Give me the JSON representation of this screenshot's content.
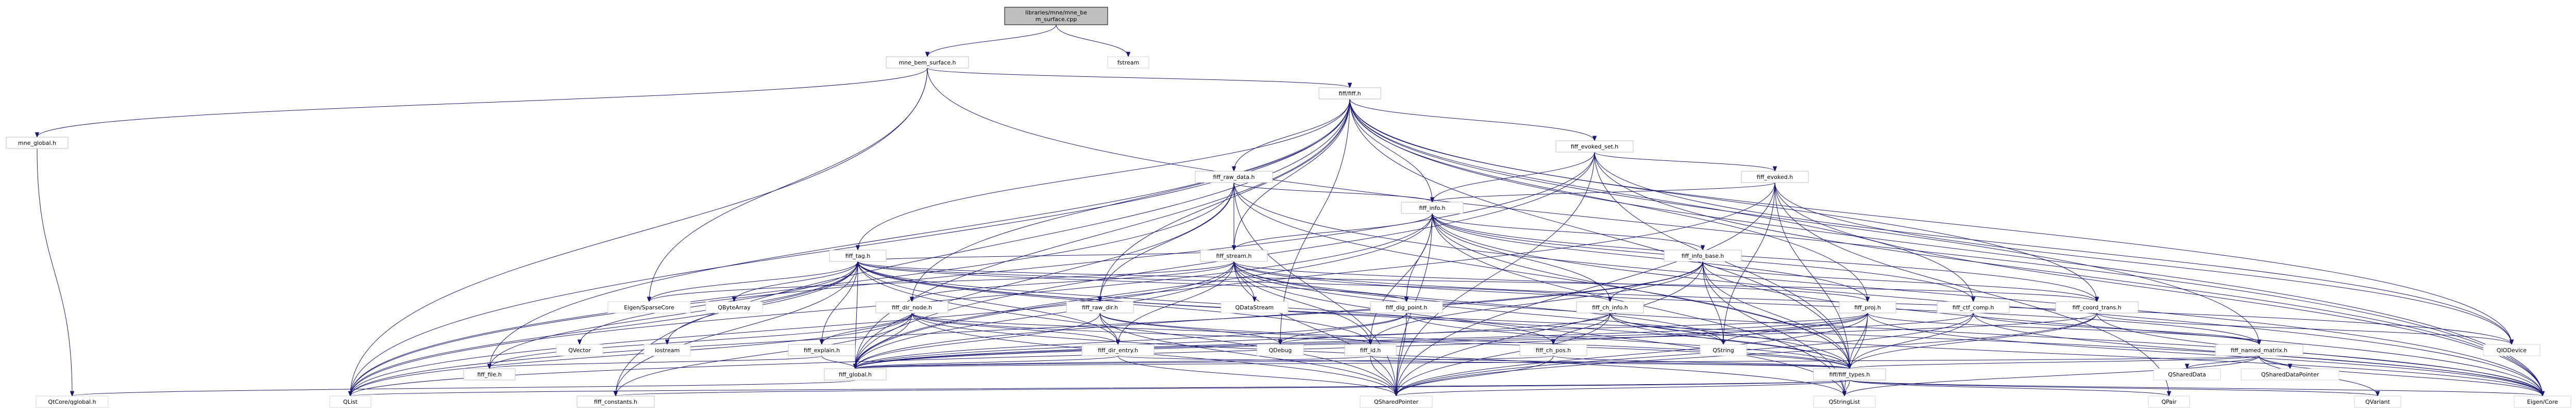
{
  "nodes": {
    "root": "libraries/mne/mne_bem_surface.cpp",
    "mne_bem_surface_h": "mne_bem_surface.h",
    "fstream": "fstream",
    "mne_global_h": "mne_global.h",
    "fiff_h": "fiff/fiff.h",
    "qtcoreglobal": "QtCore/qglobal.h",
    "fiff_evoked_set_h": "fiff_evoked_set.h",
    "fiff_raw_data_h": "fiff_raw_data.h",
    "fiff_evoked_h": "fiff_evoked.h",
    "fiff_info_h": "fiff_info.h",
    "fiff_tag_h": "fiff_tag.h",
    "fiff_stream_h": "fiff_stream.h",
    "fiff_info_base_h": "fiff_info_base.h",
    "fiff_dir_node_h": "fiff_dir_node.h",
    "fiff_raw_dir_h": "fiff_raw_dir.h",
    "fiff_dig_point_h": "fiff_dig_point.h",
    "fiff_ch_info_h": "fiff_ch_info.h",
    "fiff_proj_h": "fiff_proj.h",
    "fiff_ctf_comp_h": "fiff_ctf_comp.h",
    "fiff_coord_trans_h": "fiff_coord_trans.h",
    "fiff_explain_h": "fiff_explain.h",
    "fiff_dir_entry_h": "fiff_dir_entry.h",
    "fiff_id_h": "fiff_id.h",
    "fiff_ch_pos_h": "fiff_ch_pos.h",
    "fiff_named_matrix_h": "fiff_named_matrix.h",
    "fiff_file_h": "fiff_file.h",
    "fiff_global_h": "fiff_global.h",
    "fiff_types_h": "fiff/fiff_types.h",
    "fiff_constants_h": "fiff_constants.h",
    "qlist": "QList",
    "qsharedpointer": "QSharedPointer",
    "qstringlist": "QStringList",
    "qpair": "QPair",
    "qvariant": "QVariant",
    "eigen_core": "Eigen/Core",
    "eigen_sparsecore": "Eigen/SparseCore",
    "qvector": "QVector",
    "iostream": "iostream",
    "qbytearray": "QByteArray",
    "qdatastream": "QDataStream",
    "qdebug": "QDebug",
    "qstring": "QString",
    "qiodevice": "QIODevice",
    "qshareddata": "QSharedData",
    "qshareddatapointer": "QSharedDataPointer"
  },
  "legend_colors": {
    "root_fill": "#bfbfbf",
    "node_border": "#bfbfbf",
    "system_border": "#d3d3d3",
    "edge": "#191970"
  },
  "edges": [
    [
      "root",
      "mne_bem_surface_h"
    ],
    [
      "root",
      "fstream"
    ],
    [
      "mne_bem_surface_h",
      "mne_global_h"
    ],
    [
      "mne_bem_surface_h",
      "fiff_h"
    ],
    [
      "mne_bem_surface_h",
      "eigen_sparsecore"
    ],
    [
      "mne_bem_surface_h",
      "qlist"
    ],
    [
      "mne_bem_surface_h",
      "eigen_core"
    ],
    [
      "mne_global_h",
      "qtcoreglobal"
    ],
    [
      "fiff_h",
      "fiff_evoked_set_h"
    ],
    [
      "fiff_h",
      "fiff_raw_data_h"
    ],
    [
      "fiff_h",
      "fiff_info_h"
    ],
    [
      "fiff_h",
      "fiff_tag_h"
    ],
    [
      "fiff_h",
      "fiff_stream_h"
    ],
    [
      "fiff_h",
      "fiff_dir_node_h"
    ],
    [
      "fiff_h",
      "fiff_raw_dir_h"
    ],
    [
      "fiff_h",
      "fiff_proj_h"
    ],
    [
      "fiff_h",
      "fiff_ctf_comp_h"
    ],
    [
      "fiff_h",
      "fiff_coord_trans_h"
    ],
    [
      "fiff_h",
      "fiff_named_matrix_h"
    ],
    [
      "fiff_h",
      "fiff_types_h"
    ],
    [
      "fiff_h",
      "fiff_global_h"
    ],
    [
      "fiff_h",
      "fiff_file_h"
    ],
    [
      "fiff_h",
      "fiff_constants_h"
    ],
    [
      "fiff_h",
      "qlist"
    ],
    [
      "fiff_h",
      "qiodevice"
    ],
    [
      "fiff_h",
      "eigen_core"
    ],
    [
      "fiff_h",
      "qdebug"
    ],
    [
      "fiff_evoked_set_h",
      "fiff_evoked_h"
    ],
    [
      "fiff_evoked_set_h",
      "fiff_info_h"
    ],
    [
      "fiff_evoked_set_h",
      "fiff_types_h"
    ],
    [
      "fiff_evoked_set_h",
      "fiff_global_h"
    ],
    [
      "fiff_evoked_set_h",
      "qsharedpointer"
    ],
    [
      "fiff_evoked_set_h",
      "eigen_core"
    ],
    [
      "fiff_evoked_set_h",
      "qiodevice"
    ],
    [
      "fiff_evoked_set_h",
      "qlist"
    ],
    [
      "fiff_raw_data_h",
      "fiff_info_h"
    ],
    [
      "fiff_raw_data_h",
      "fiff_stream_h"
    ],
    [
      "fiff_raw_data_h",
      "fiff_raw_dir_h"
    ],
    [
      "fiff_raw_data_h",
      "fiff_types_h"
    ],
    [
      "fiff_raw_data_h",
      "fiff_global_h"
    ],
    [
      "fiff_raw_data_h",
      "qlist"
    ],
    [
      "fiff_raw_data_h",
      "qsharedpointer"
    ],
    [
      "fiff_raw_data_h",
      "eigen_core"
    ],
    [
      "fiff_evoked_h",
      "fiff_info_h"
    ],
    [
      "fiff_evoked_h",
      "fiff_types_h"
    ],
    [
      "fiff_evoked_h",
      "fiff_global_h"
    ],
    [
      "fiff_evoked_h",
      "qstring"
    ],
    [
      "fiff_evoked_h",
      "qsharedpointer"
    ],
    [
      "fiff_evoked_h",
      "eigen_core"
    ],
    [
      "fiff_evoked_h",
      "qiodevice"
    ],
    [
      "fiff_evoked_h",
      "qpair"
    ],
    [
      "fiff_info_h",
      "fiff_info_base_h"
    ],
    [
      "fiff_info_h",
      "fiff_types_h"
    ],
    [
      "fiff_info_h",
      "fiff_global_h"
    ],
    [
      "fiff_info_h",
      "fiff_id_h"
    ],
    [
      "fiff_info_h",
      "fiff_ch_info_h"
    ],
    [
      "fiff_info_h",
      "fiff_dig_point_h"
    ],
    [
      "fiff_info_h",
      "fiff_ctf_comp_h"
    ],
    [
      "fiff_info_h",
      "fiff_coord_trans_h"
    ],
    [
      "fiff_info_h",
      "fiff_proj_h"
    ],
    [
      "fiff_info_h",
      "qsharedpointer"
    ],
    [
      "fiff_info_h",
      "qlist"
    ],
    [
      "fiff_info_h",
      "qstringlist"
    ],
    [
      "fiff_info_h",
      "eigen_core"
    ],
    [
      "fiff_info_h",
      "fiff_stream_h"
    ],
    [
      "fiff_tag_h",
      "fiff_global_h"
    ],
    [
      "fiff_tag_h",
      "fiff_types_h"
    ],
    [
      "fiff_tag_h",
      "fiff_id_h"
    ],
    [
      "fiff_tag_h",
      "fiff_coord_trans_h"
    ],
    [
      "fiff_tag_h",
      "fiff_ch_info_h"
    ],
    [
      "fiff_tag_h",
      "fiff_ch_pos_h"
    ],
    [
      "fiff_tag_h",
      "fiff_dig_point_h"
    ],
    [
      "fiff_tag_h",
      "fiff_dir_entry_h"
    ],
    [
      "fiff_tag_h",
      "fiff_file_h"
    ],
    [
      "fiff_tag_h",
      "eigen_core"
    ],
    [
      "fiff_tag_h",
      "eigen_sparsecore"
    ],
    [
      "fiff_tag_h",
      "qvector"
    ],
    [
      "fiff_tag_h",
      "iostream"
    ],
    [
      "fiff_tag_h",
      "qbytearray"
    ],
    [
      "fiff_tag_h",
      "qsharedpointer"
    ],
    [
      "fiff_tag_h",
      "qlist"
    ],
    [
      "fiff_tag_h",
      "fiff_constants_h"
    ],
    [
      "fiff_tag_h",
      "fiff_explain_h"
    ],
    [
      "fiff_stream_h",
      "fiff_global_h"
    ],
    [
      "fiff_stream_h",
      "fiff_types_h"
    ],
    [
      "fiff_stream_h",
      "fiff_dir_node_h"
    ],
    [
      "fiff_stream_h",
      "fiff_tag_h"
    ],
    [
      "fiff_stream_h",
      "fiff_dir_entry_h"
    ],
    [
      "fiff_stream_h",
      "fiff_id_h"
    ],
    [
      "fiff_stream_h",
      "fiff_named_matrix_h"
    ],
    [
      "fiff_stream_h",
      "fiff_proj_h"
    ],
    [
      "fiff_stream_h",
      "qdatastream"
    ],
    [
      "fiff_stream_h",
      "qsharedpointer"
    ],
    [
      "fiff_stream_h",
      "qstring"
    ],
    [
      "fiff_stream_h",
      "qstringlist"
    ],
    [
      "fiff_stream_h",
      "qlist"
    ],
    [
      "fiff_stream_h",
      "eigen_core"
    ],
    [
      "fiff_stream_h",
      "eigen_sparsecore"
    ],
    [
      "fiff_stream_h",
      "qiodevice"
    ],
    [
      "fiff_info_base_h",
      "fiff_types_h"
    ],
    [
      "fiff_info_base_h",
      "fiff_global_h"
    ],
    [
      "fiff_info_base_h",
      "fiff_id_h"
    ],
    [
      "fiff_info_base_h",
      "fiff_ch_info_h"
    ],
    [
      "fiff_info_base_h",
      "fiff_coord_trans_h"
    ],
    [
      "fiff_info_base_h",
      "qsharedpointer"
    ],
    [
      "fiff_info_base_h",
      "qstring"
    ],
    [
      "fiff_info_base_h",
      "qstringlist"
    ],
    [
      "fiff_info_base_h",
      "qlist"
    ],
    [
      "fiff_info_base_h",
      "eigen_core"
    ],
    [
      "fiff_dir_node_h",
      "fiff_global_h"
    ],
    [
      "fiff_dir_node_h",
      "fiff_types_h"
    ],
    [
      "fiff_dir_node_h",
      "fiff_id_h"
    ],
    [
      "fiff_dir_node_h",
      "fiff_dir_entry_h"
    ],
    [
      "fiff_dir_node_h",
      "fiff_explain_h"
    ],
    [
      "fiff_dir_node_h",
      "fiff_file_h"
    ],
    [
      "fiff_dir_node_h",
      "qsharedpointer"
    ],
    [
      "fiff_dir_node_h",
      "qlist"
    ],
    [
      "fiff_dir_node_h",
      "fiff_constants_h"
    ],
    [
      "fiff_dir_node_h",
      "qstringlist"
    ],
    [
      "fiff_raw_dir_h",
      "fiff_global_h"
    ],
    [
      "fiff_raw_dir_h",
      "fiff_types_h"
    ],
    [
      "fiff_raw_dir_h",
      "fiff_dir_entry_h"
    ],
    [
      "fiff_raw_dir_h",
      "qsharedpointer"
    ],
    [
      "fiff_raw_dir_h",
      "qdebug"
    ],
    [
      "fiff_dig_point_h",
      "fiff_global_h"
    ],
    [
      "fiff_dig_point_h",
      "fiff_types_h"
    ],
    [
      "fiff_dig_point_h",
      "qsharedpointer"
    ],
    [
      "fiff_dig_point_h",
      "qdebug"
    ],
    [
      "fiff_ch_info_h",
      "fiff_global_h"
    ],
    [
      "fiff_ch_info_h",
      "fiff_types_h"
    ],
    [
      "fiff_ch_info_h",
      "fiff_ch_pos_h"
    ],
    [
      "fiff_ch_info_h",
      "qsharedpointer"
    ],
    [
      "fiff_ch_info_h",
      "qstring"
    ],
    [
      "fiff_ch_info_h",
      "eigen_core"
    ],
    [
      "fiff_proj_h",
      "fiff_global_h"
    ],
    [
      "fiff_proj_h",
      "fiff_types_h"
    ],
    [
      "fiff_proj_h",
      "fiff_named_matrix_h"
    ],
    [
      "fiff_proj_h",
      "qsharedpointer"
    ],
    [
      "fiff_proj_h",
      "qstringlist"
    ],
    [
      "fiff_proj_h",
      "qlist"
    ],
    [
      "fiff_proj_h",
      "qstring"
    ],
    [
      "fiff_proj_h",
      "eigen_core"
    ],
    [
      "fiff_proj_h",
      "qdebug"
    ],
    [
      "fiff_ctf_comp_h",
      "fiff_global_h"
    ],
    [
      "fiff_ctf_comp_h",
      "fiff_types_h"
    ],
    [
      "fiff_ctf_comp_h",
      "fiff_named_matrix_h"
    ],
    [
      "fiff_ctf_comp_h",
      "qsharedpointer"
    ],
    [
      "fiff_ctf_comp_h",
      "eigen_core"
    ],
    [
      "fiff_coord_trans_h",
      "fiff_global_h"
    ],
    [
      "fiff_coord_trans_h",
      "fiff_types_h"
    ],
    [
      "fiff_coord_trans_h",
      "qsharedpointer"
    ],
    [
      "fiff_coord_trans_h",
      "eigen_core"
    ],
    [
      "fiff_coord_trans_h",
      "qiodevice"
    ],
    [
      "fiff_explain_h",
      "fiff_global_h"
    ],
    [
      "fiff_explain_h",
      "fiff_file_h"
    ],
    [
      "fiff_dir_entry_h",
      "fiff_global_h"
    ],
    [
      "fiff_dir_entry_h",
      "fiff_types_h"
    ],
    [
      "fiff_dir_entry_h",
      "qsharedpointer"
    ],
    [
      "fiff_id_h",
      "fiff_global_h"
    ],
    [
      "fiff_id_h",
      "fiff_types_h"
    ],
    [
      "fiff_id_h",
      "qsharedpointer"
    ],
    [
      "fiff_ch_pos_h",
      "fiff_global_h"
    ],
    [
      "fiff_ch_pos_h",
      "fiff_types_h"
    ],
    [
      "fiff_ch_pos_h",
      "qsharedpointer"
    ],
    [
      "fiff_named_matrix_h",
      "fiff_global_h"
    ],
    [
      "fiff_named_matrix_h",
      "fiff_types_h"
    ],
    [
      "fiff_named_matrix_h",
      "qshareddata"
    ],
    [
      "fiff_named_matrix_h",
      "qshareddatapointer"
    ],
    [
      "fiff_named_matrix_h",
      "qstringlist"
    ],
    [
      "fiff_named_matrix_h",
      "eigen_core"
    ],
    [
      "fiff_named_matrix_h",
      "qvariant"
    ],
    [
      "fiff_global_h",
      "qtcoreglobal"
    ],
    [
      "fiff_types_h",
      "qlist"
    ],
    [
      "fiff_types_h",
      "qsharedpointer"
    ],
    [
      "fiff_types_h",
      "qstringlist"
    ],
    [
      "fiff_types_h",
      "qpair"
    ],
    [
      "fiff_types_h",
      "qvariant"
    ],
    [
      "fiff_types_h",
      "eigen_core"
    ],
    [
      "fiff_types_h",
      "fiff_constants_h"
    ]
  ]
}
